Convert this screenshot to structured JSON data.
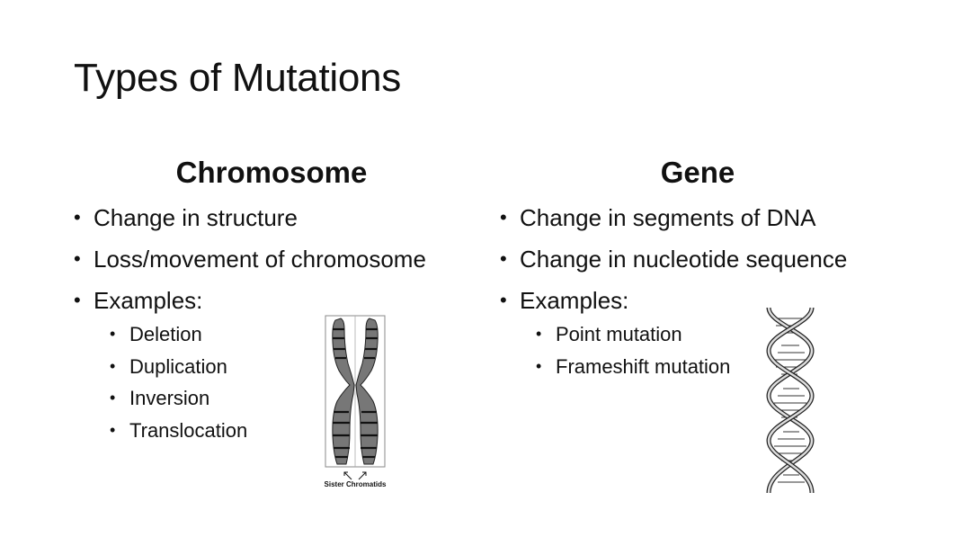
{
  "slide": {
    "title": "Types of Mutations",
    "left_column": {
      "heading": "Chromosome",
      "bullets": [
        "Change in structure",
        "Loss/movement of chromosome",
        "Examples:"
      ],
      "examples": [
        "Deletion",
        "Duplication",
        "Inversion",
        "Translocation"
      ],
      "image_caption": "Sister Chromatids"
    },
    "right_column": {
      "heading": "Gene",
      "bullets": [
        "Change in segments of DNA",
        "Change in nucleotide sequence",
        "Examples:"
      ],
      "examples": [
        "Point mutation",
        "Frameshift mutation"
      ]
    },
    "bullet_glyph": "•"
  }
}
